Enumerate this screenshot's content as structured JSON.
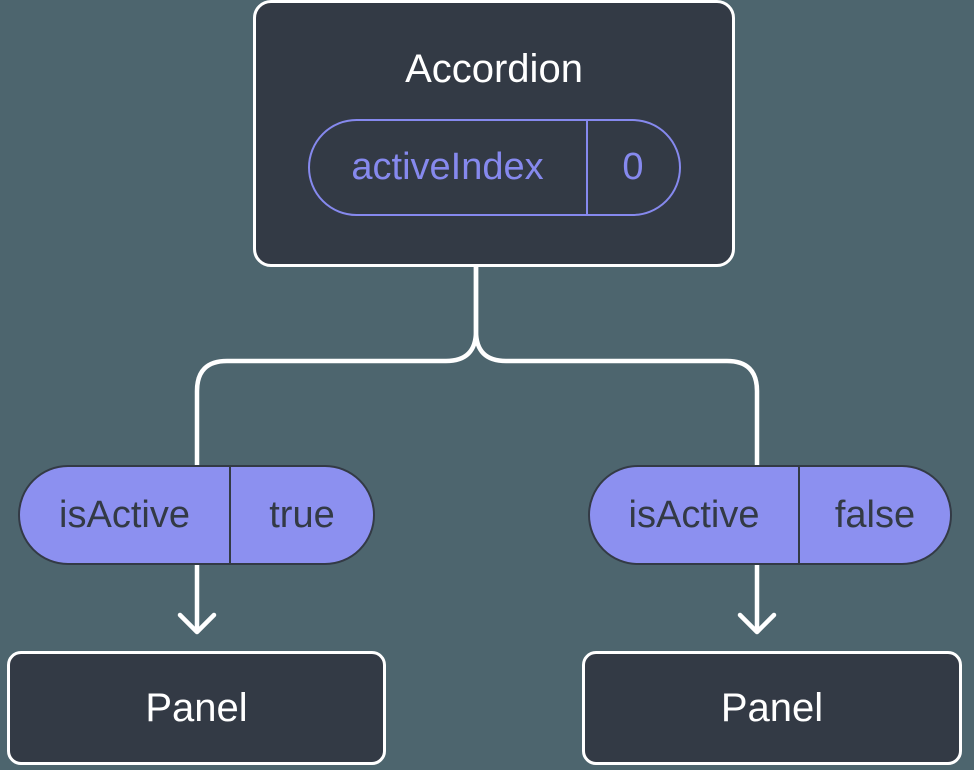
{
  "diagram": {
    "description": "Component tree diagram showing lifted state: an Accordion parent holding activeIndex, passing isActive down to two Panel children",
    "colors": {
      "background": "#4d656e",
      "node_fill": "#333a45",
      "node_border": "#ffffff",
      "pill_fill": "#8c90f0",
      "accent_purple": "#8689ee",
      "connector": "#ffffff",
      "dark_text": "#333a45",
      "light_text": "#ffffff"
    },
    "root": {
      "title": "Accordion",
      "prop": {
        "name": "activeIndex",
        "value": "0"
      }
    },
    "branches": [
      {
        "state": {
          "name": "isActive",
          "value": "true"
        },
        "child": {
          "title": "Panel"
        }
      },
      {
        "state": {
          "name": "isActive",
          "value": "false"
        },
        "child": {
          "title": "Panel"
        }
      }
    ]
  }
}
